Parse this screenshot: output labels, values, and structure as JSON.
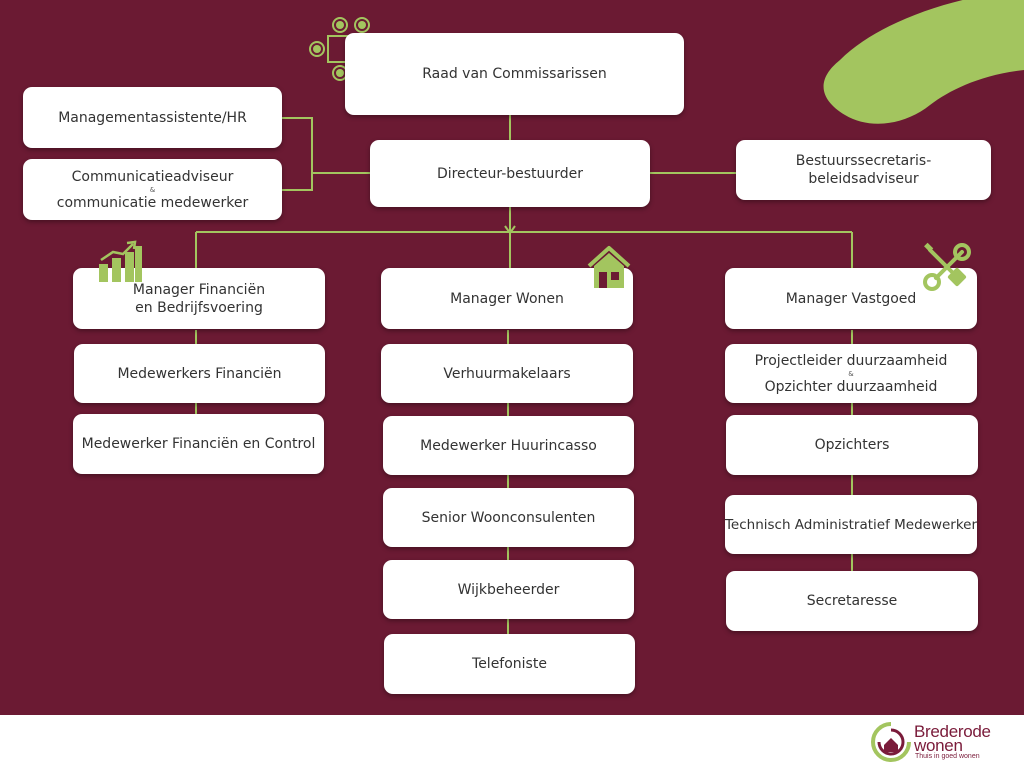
{
  "colors": {
    "background": "#6b1a33",
    "accent": "#a3c55f",
    "box": "#ffffff",
    "text": "#333333",
    "brand": "#7a1b3a"
  },
  "nodes": {
    "raad": "Raad van Commissarissen",
    "management_assistant": "Managementassistente/HR",
    "communicatie": {
      "line1": "Communicatieadviseur",
      "amp": "&",
      "line2": "communicatie medewerker"
    },
    "directeur": "Directeur-bestuurder",
    "bestuurssecretaris": {
      "line1": "Bestuurssecretaris-",
      "line2": "beleidsadviseur"
    },
    "manager_financien": {
      "line1": "Manager Financiën",
      "line2": "en Bedrijfsvoering"
    },
    "manager_wonen": "Manager Wonen",
    "manager_vastgoed": "Manager Vastgoed",
    "financien_team": [
      "Medewerkers Financiën",
      "Medewerker Financiën en Control"
    ],
    "wonen_team": [
      "Verhuurmakelaars",
      "Medewerker Huurincasso",
      "Senior Woonconsulenten",
      "Wijkbeheerder",
      "Telefoniste"
    ],
    "projectleider": {
      "line1": "Projectleider duurzaamheid",
      "amp": "&",
      "line2": "Opzichter duurzaamheid"
    },
    "vastgoed_team": [
      "Opzichters",
      "Technisch Administratief Medewerker",
      "Secretaresse"
    ]
  },
  "icons": {
    "raad": "meeting-table-icon",
    "financien": "bar-chart-growth-icon",
    "wonen": "house-icon",
    "vastgoed": "wrench-screwdriver-icon"
  },
  "logo": {
    "line1": "Brederode",
    "line2": "wonen",
    "tagline": "Thuis in goed wonen"
  }
}
